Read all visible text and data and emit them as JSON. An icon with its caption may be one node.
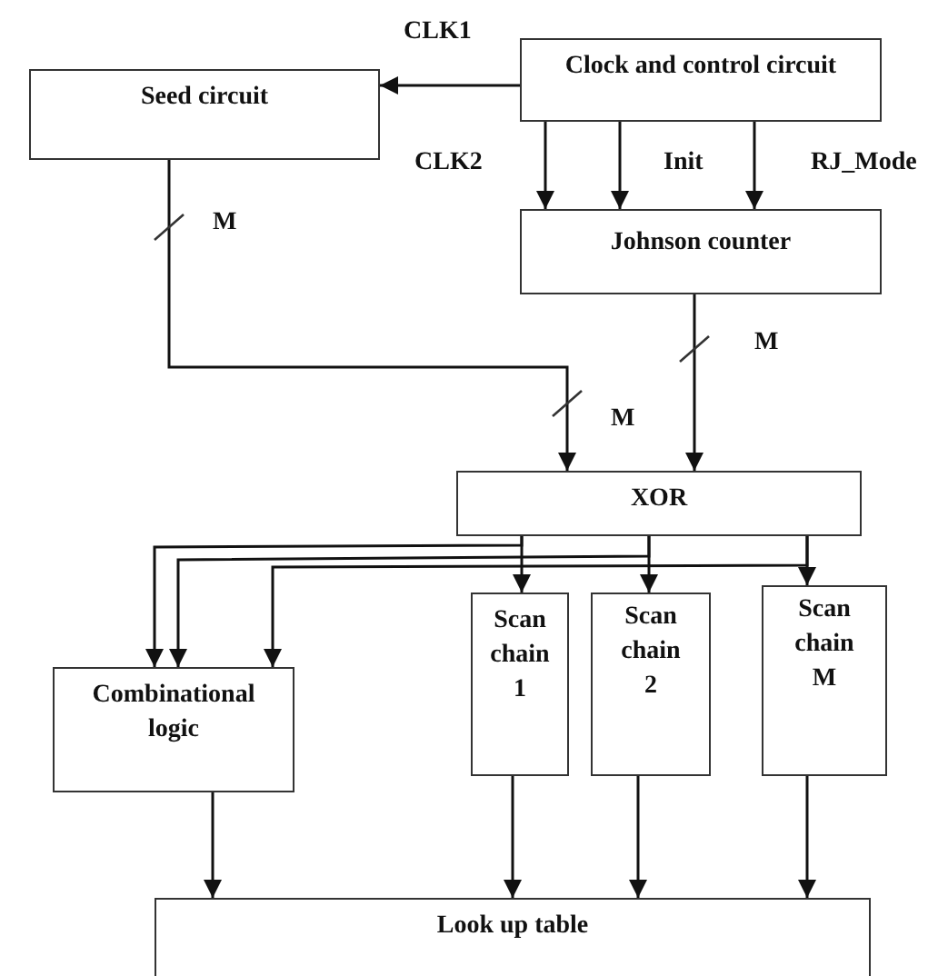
{
  "diagram": {
    "nodes": [
      {
        "text": [
          "Clock and control circuit"
        ]
      },
      {
        "text": [
          "Seed circuit"
        ]
      },
      {
        "text": [
          "Johnson counter"
        ]
      },
      {
        "text": [
          "XOR"
        ]
      },
      {
        "text": [
          "Combinational logic"
        ]
      },
      {
        "text": [
          "Scan chain 1"
        ]
      },
      {
        "text": [
          "Scan chain 2"
        ]
      },
      {
        "text": [
          "Scan chain M"
        ]
      },
      {
        "text": [
          "Look up table"
        ]
      }
    ],
    "edges": [
      {
        "from": 0,
        "to": 1,
        "arrow": "to",
        "label": "CLK1"
      },
      {
        "from": 0,
        "to": 2,
        "arrow": "to",
        "label": "CLK2"
      },
      {
        "from": 0,
        "to": 2,
        "arrow": "to",
        "label": "Init"
      },
      {
        "from": 0,
        "to": 2,
        "arrow": "to",
        "label": "RJ_Mode"
      },
      {
        "from": 1,
        "to": 3,
        "arrow": "to",
        "label": "M"
      },
      {
        "from": 2,
        "to": 3,
        "arrow": "to",
        "label": "M"
      },
      {
        "from": 3,
        "to": 4,
        "arrow": "to"
      },
      {
        "from": 3,
        "to": 4,
        "arrow": "to"
      },
      {
        "from": 3,
        "to": 4,
        "arrow": "to"
      },
      {
        "from": 3,
        "to": 5,
        "arrow": "to"
      },
      {
        "from": 3,
        "to": 6,
        "arrow": "to"
      },
      {
        "from": 3,
        "to": 7,
        "arrow": "to"
      },
      {
        "from": 4,
        "to": 8,
        "arrow": "to"
      },
      {
        "from": 5,
        "to": 8,
        "arrow": "to"
      },
      {
        "from": 6,
        "to": 8,
        "arrow": "to"
      },
      {
        "from": 7,
        "to": 8,
        "arrow": "to"
      }
    ],
    "labels": [
      "M"
    ]
  }
}
